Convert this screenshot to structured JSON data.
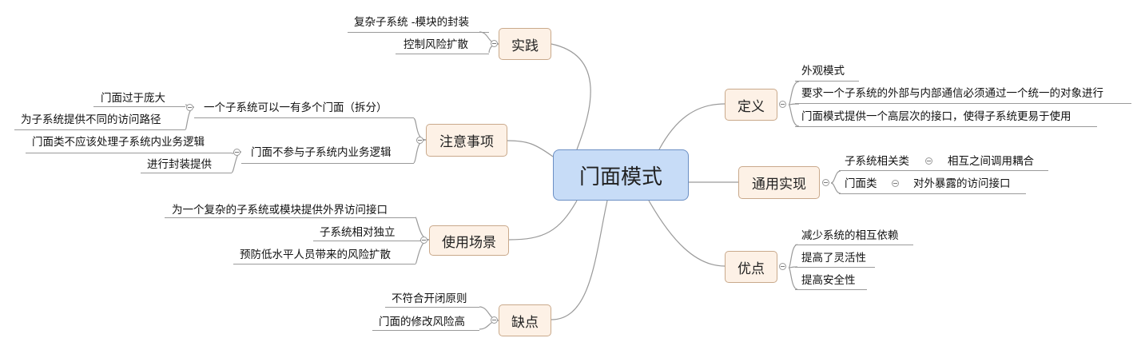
{
  "root": "门面模式",
  "practice": {
    "label": "实践",
    "items": [
      "复杂子系统 -模块的封装",
      "控制风险扩散"
    ]
  },
  "notes": {
    "label": "注意事项",
    "item1": {
      "label": "一个子系统可以一有多个门面（拆分）",
      "children": [
        "门面过于庞大",
        "为子系统提供不同的访问路径"
      ]
    },
    "item2": {
      "label": "门面不参与子系统内业务逻辑",
      "children": [
        "门面类不应该处理子系统内业务逻辑",
        "进行封装提供"
      ]
    }
  },
  "scenarios": {
    "label": "使用场景",
    "items": [
      "为一个复杂的子系统或模块提供外界访问接口",
      "子系统相对独立",
      "预防低水平人员带来的风险扩散"
    ]
  },
  "cons": {
    "label": "缺点",
    "items": [
      "不符合开闭原则",
      "门面的修改风险高"
    ]
  },
  "definition": {
    "label": "定义",
    "items": [
      "外观模式",
      "要求一个子系统的外部与内部通信必须通过一个统一的对象进行",
      "门面模式提供一个高层次的接口，使得子系统更易于使用"
    ]
  },
  "impl": {
    "label": "通用实现",
    "item1": {
      "label": "子系统相关类",
      "child": "相互之间调用耦合"
    },
    "item2": {
      "label": "门面类",
      "child": "对外暴露的访问接口"
    }
  },
  "pros": {
    "label": "优点",
    "items": [
      "减少系统的相互依赖",
      "提高了灵活性",
      "提高安全性"
    ]
  }
}
